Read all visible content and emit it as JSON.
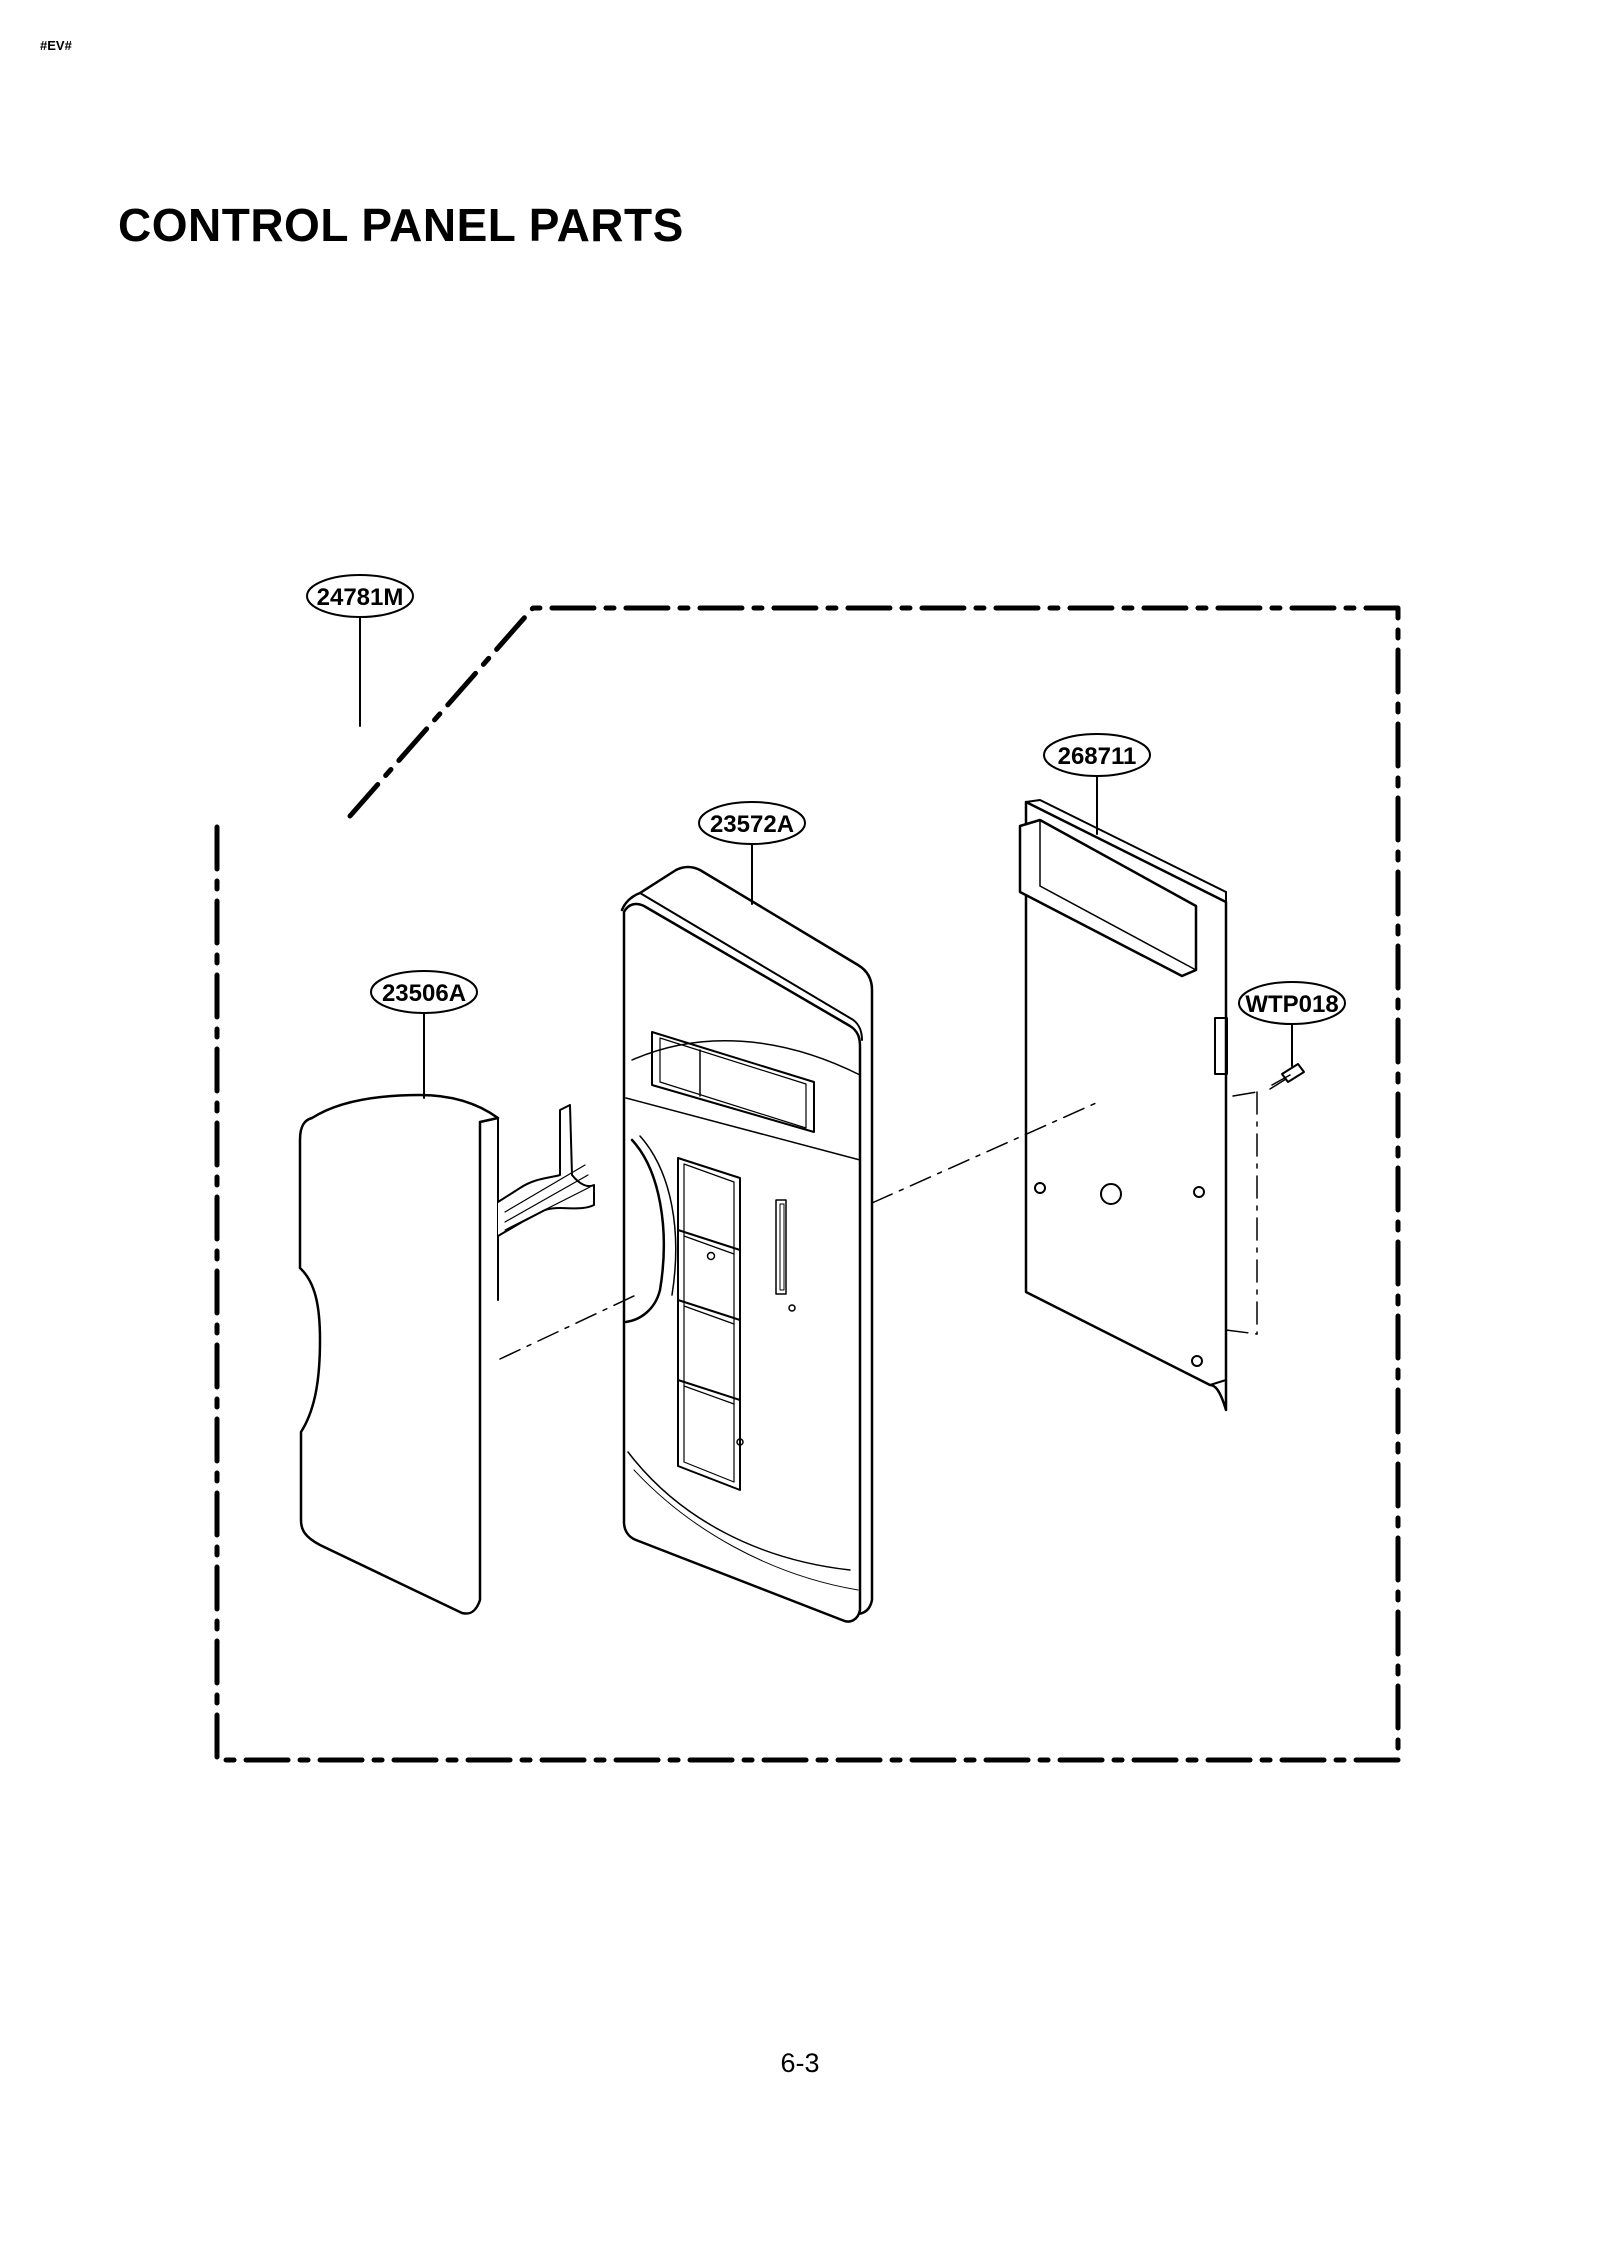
{
  "header": {
    "doc_code": "#EV#"
  },
  "title": "CONTROL PANEL PARTS",
  "callouts": {
    "assembly": "24781M",
    "pcb": "268711",
    "panel": "23572A",
    "membrane": "23506A",
    "screw": "WTP018"
  },
  "footer": {
    "page_number": "6-3"
  }
}
